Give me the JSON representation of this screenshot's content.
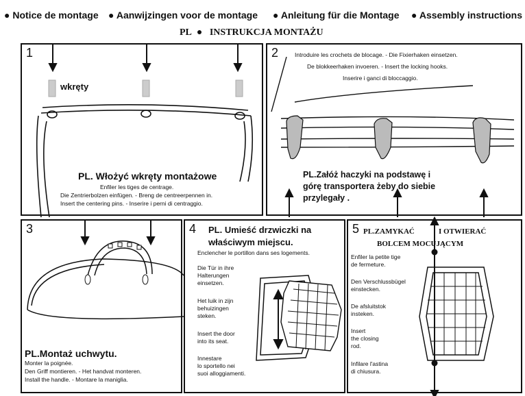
{
  "header": {
    "items": [
      "Notice de montage",
      "Aanwijzingen voor de montage",
      "Anleitung für die Montage",
      "Assembly instructions"
    ],
    "bullet": "●",
    "pl_label": "PL",
    "pl_title": "INSTRUKCJA MONTAŻU"
  },
  "panel1": {
    "number": "1",
    "screw_label": "wkręty",
    "pl_text": "PL. Włożyć wkręty montażowe",
    "lines": [
      "Enfiler les tiges de centrage.",
      "Die Zentrierbolzen einfügen. - Breng de centreerpennen in.",
      "Insert the centering pins. - Inserire i perni di centraggio."
    ]
  },
  "panel2": {
    "number": "2",
    "lines": [
      "Introduire les crochets de blocage. - Die Fixierhaken einsetzen.",
      "De blokkeerhaken invoeren. - Insert the locking hooks.",
      "Inserire i ganci di bloccaggio."
    ],
    "pl_text": [
      "PL.Załóż haczyki na podstawę i",
      "górę transportera żeby do siebie",
      "przylegały ."
    ]
  },
  "panel3": {
    "number": "3",
    "pl_text": "PL.Montaż uchwytu.",
    "lines": [
      "Monter la poignée.",
      "Den Griff montieren. - Het handvat monteren.",
      "Install the handle. - Montare la maniglia."
    ]
  },
  "panel4": {
    "number": "4",
    "pl_text": [
      "PL. Umieść drzwiczki na",
      "właściwym miejscu."
    ],
    "lines": [
      "Enclencher le portillon dans ses logements.",
      "Die Tür in ihre",
      "Halterungen",
      "einsetzen.",
      "Het luik in zijn",
      "behuizingen",
      "steken.",
      "Insert the door",
      "into its seat.",
      "Innestare",
      "lo sportello nei",
      "suoi alloggiamenti."
    ]
  },
  "panel5": {
    "number": "5",
    "pl_text": [
      "PL.ZAMYKAĆ",
      "I OTWIERAĆ",
      "BOLCEM MOCUJĄCYM"
    ],
    "lines": [
      "Enfiler la petite tige",
      "de fermeture.",
      "Den Verschlussbügel",
      "einstecken.",
      "De afsluitstok",
      "insteken.",
      "Insert",
      "the closing",
      "rod.",
      "Infilare l'astina",
      "di chiusura."
    ]
  }
}
